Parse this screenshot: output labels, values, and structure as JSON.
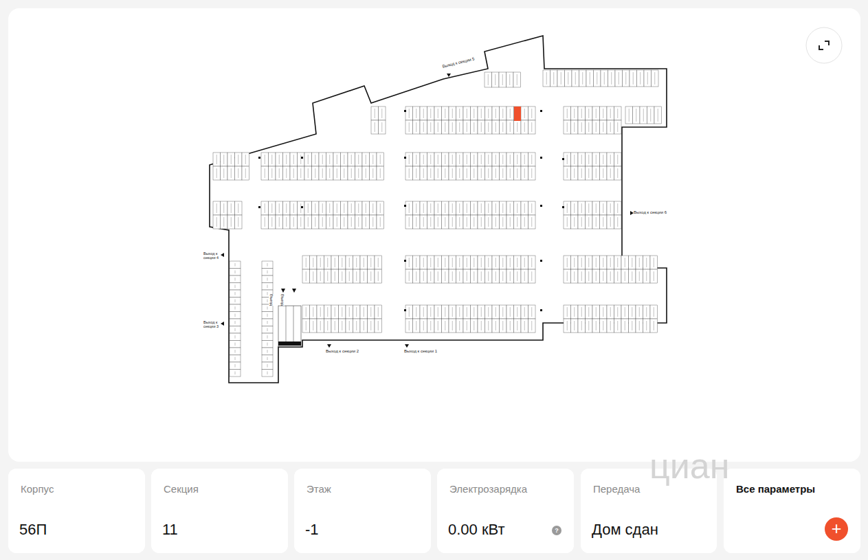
{
  "diagram": {
    "nodes": [
      {
        "text": [
          "Корпус",
          "56П"
        ]
      },
      {
        "text": [
          "Секция",
          "11"
        ]
      },
      {
        "text": [
          "Этаж",
          "-1"
        ]
      },
      {
        "text": [
          "Электрозарядка",
          "0.00 кВт"
        ]
      },
      {
        "text": [
          "?"
        ],
        "in": 3
      },
      {
        "text": [
          "Передача",
          "Дом сдан"
        ]
      },
      {
        "text": [
          "Все параметры"
        ]
      },
      {
        "text": [
          "+"
        ],
        "in": 6
      }
    ],
    "labels": [
      "Выход к секции 5",
      "Выход к секции 6",
      "Выход к секции 4",
      "Выход к секции 3",
      "Выход к секции 2",
      "Выход к секции 1",
      "Въезд",
      "Въезд",
      "циан"
    ]
  }
}
